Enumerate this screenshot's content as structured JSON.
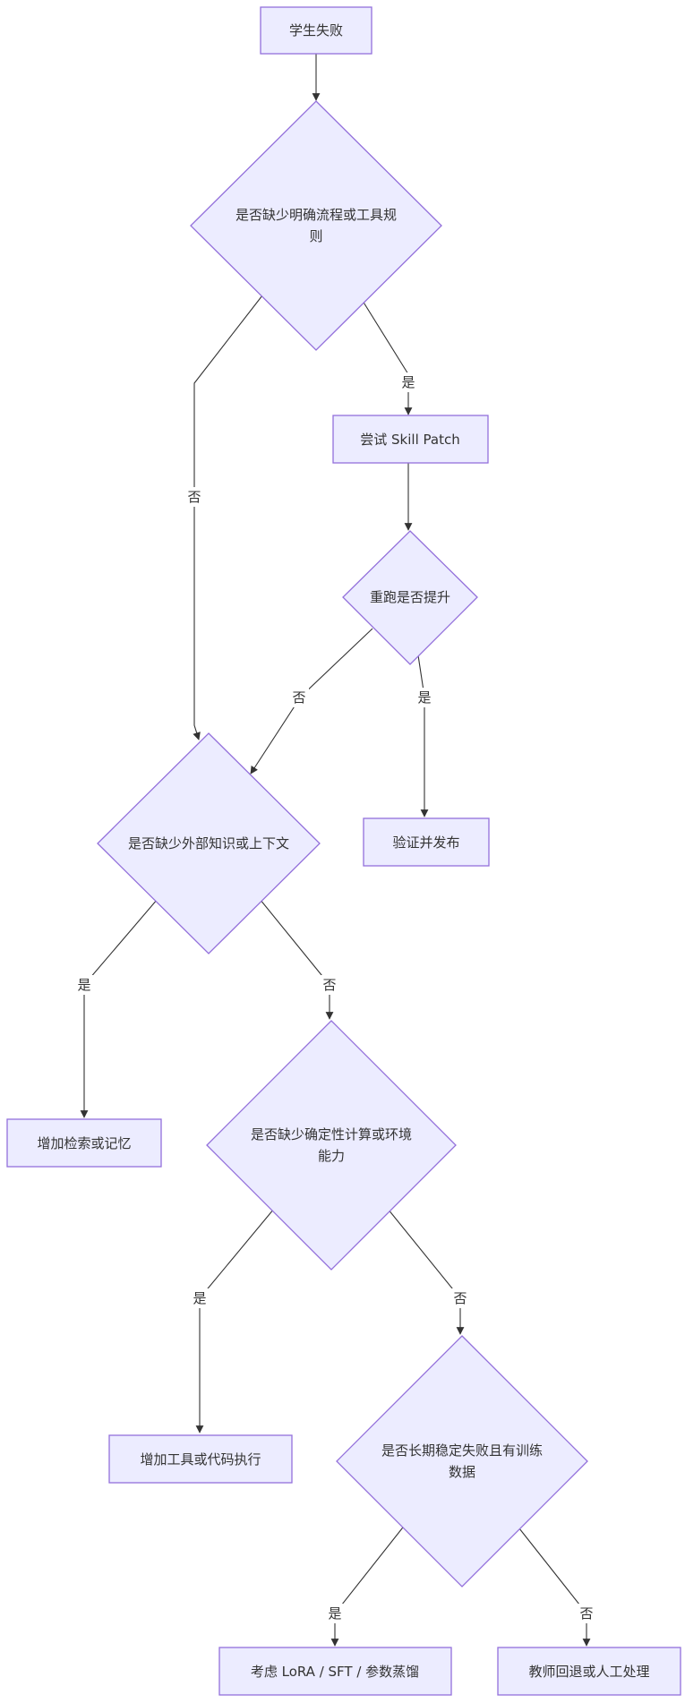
{
  "nodes": {
    "student_fail": "学生失败",
    "q_process": [
      "是否缺少明确流程或工具规",
      "则"
    ],
    "try_patch": "尝试 Skill Patch",
    "q_rerun": "重跑是否提升",
    "verify_release": "验证并发布",
    "q_knowledge": "是否缺少外部知识或上下文",
    "add_retrieval": "增加检索或记忆",
    "q_compute": [
      "是否缺少确定性计算或环境",
      "能力"
    ],
    "add_tools": "增加工具或代码执行",
    "q_training": [
      "是否长期稳定失败且有训练",
      "数据"
    ],
    "consider_lora": "考虑 LoRA / SFT / 参数蒸馏",
    "fallback": "教师回退或人工处理"
  },
  "edges": {
    "process_yes": "是",
    "process_no": "否",
    "rerun_no": "否",
    "rerun_yes": "是",
    "knowledge_yes": "是",
    "knowledge_no": "否",
    "compute_yes": "是",
    "compute_no": "否",
    "training_yes": "是",
    "training_no": "否"
  },
  "colors": {
    "node_fill": "#ECECFF",
    "node_stroke": "#9370DB",
    "edge": "#333333",
    "text": "#333333"
  }
}
